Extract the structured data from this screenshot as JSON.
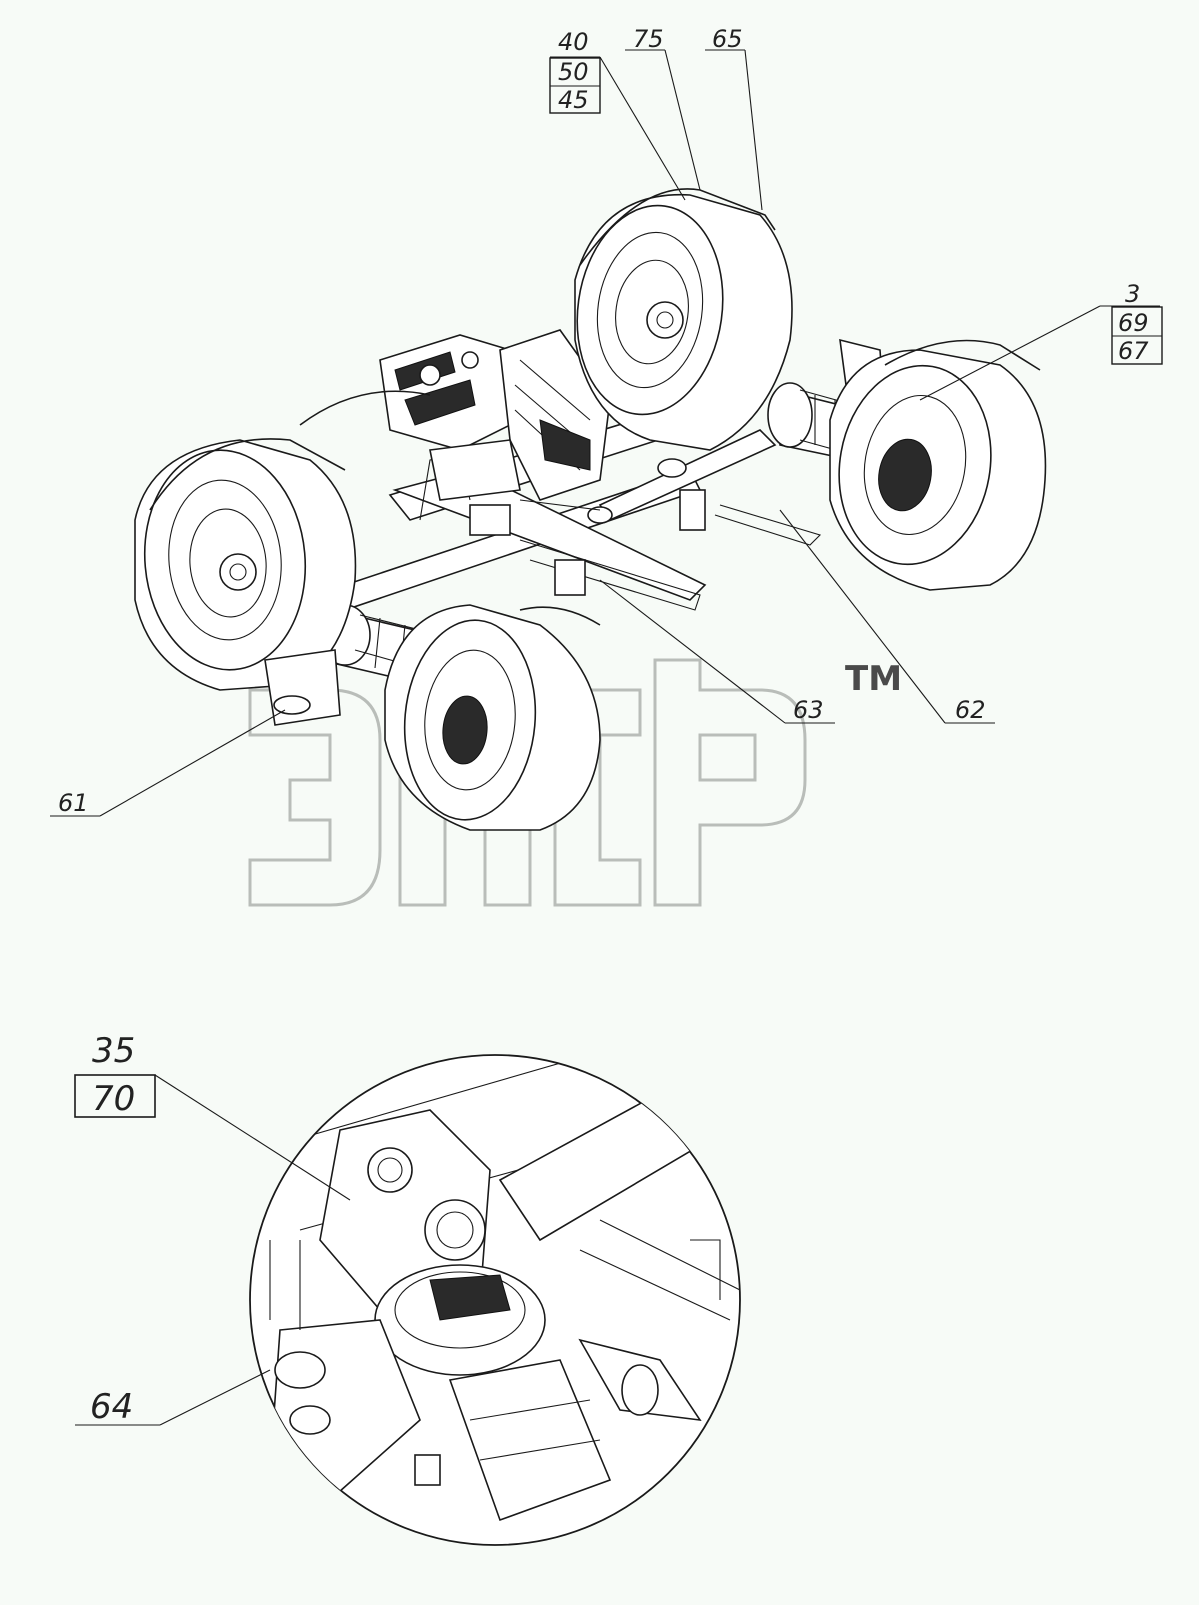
{
  "callouts": {
    "top_stack_a": [
      "40",
      "50",
      "45"
    ],
    "top_b": "75",
    "top_c": "65",
    "right_stack": [
      "3",
      "69",
      "67"
    ],
    "c61": "61",
    "c62": "62",
    "c63": "63",
    "detail_stack": [
      "35",
      "70"
    ],
    "c64": "64"
  },
  "watermark": {
    "text": "ЗПСР",
    "tm": "TM"
  },
  "colors": {
    "background": "#f7fbf7",
    "line": "#1a1a1a",
    "watermark": "#b9bdb9"
  }
}
